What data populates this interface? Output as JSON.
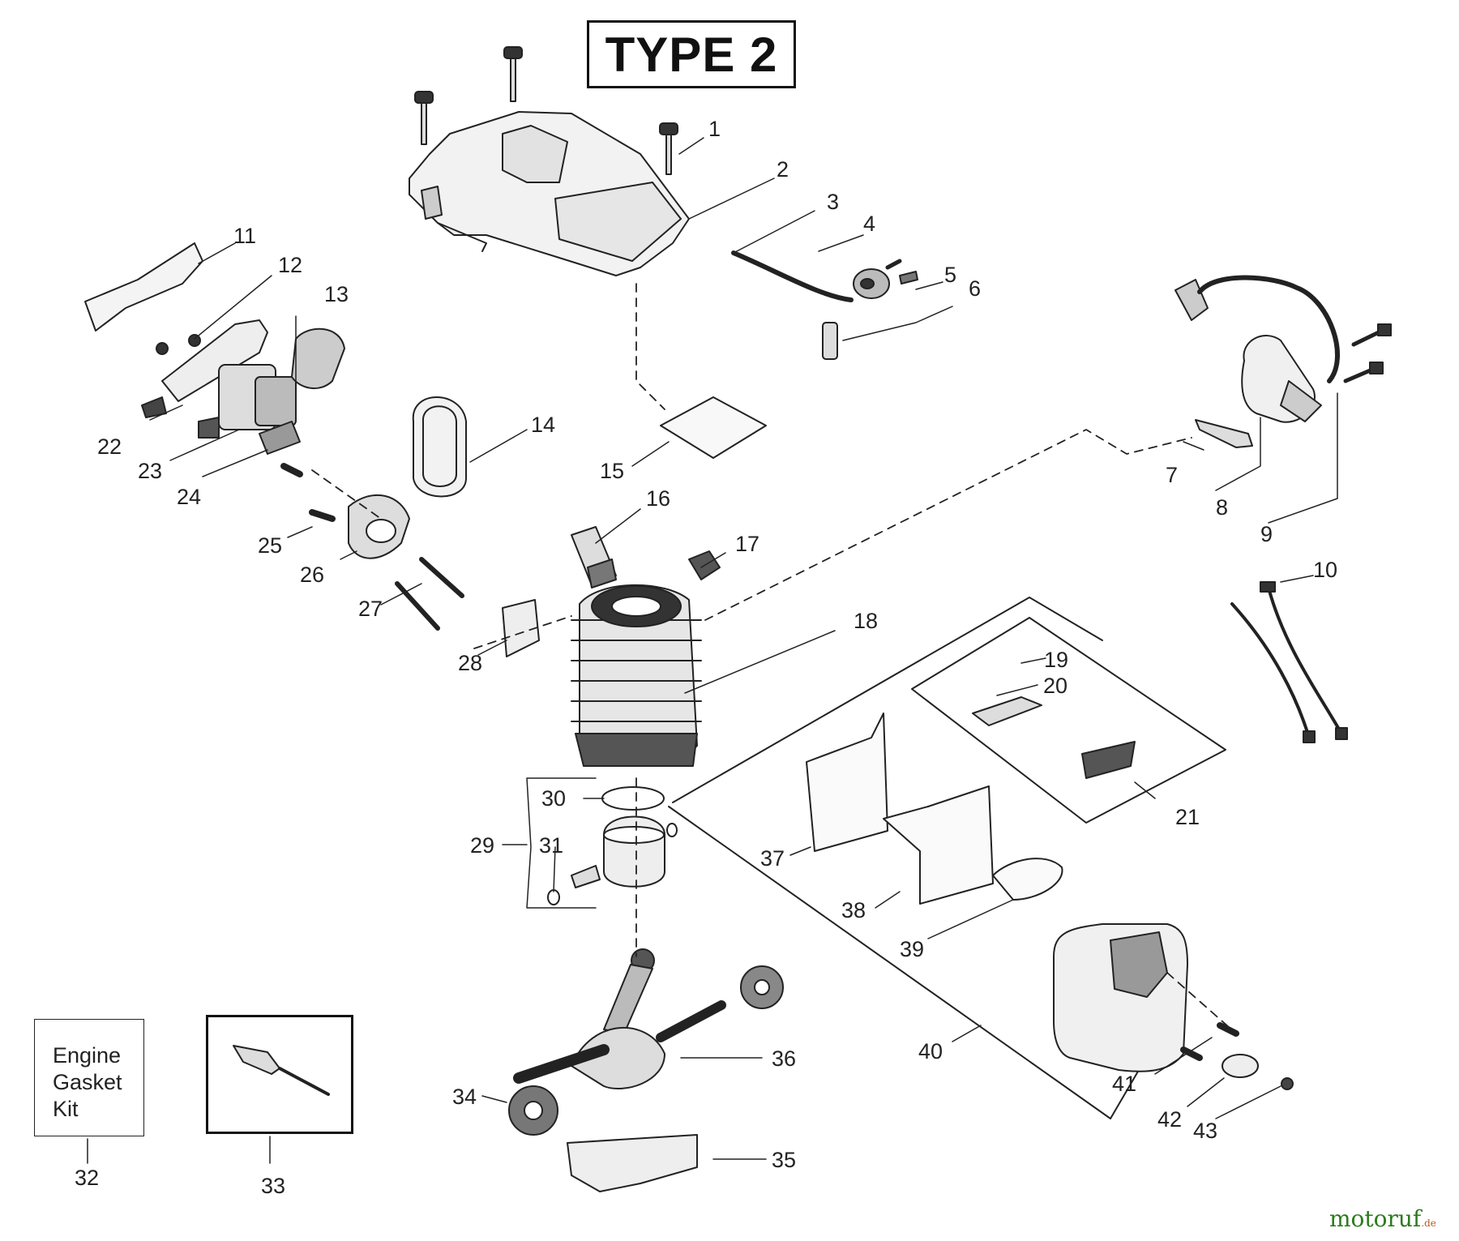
{
  "title": "TYPE 2",
  "engine_gasket_kit": [
    "Engine",
    "Gasket",
    "Kit"
  ],
  "callouts": [
    "1",
    "2",
    "3",
    "4",
    "5",
    "6",
    "7",
    "8",
    "9",
    "10",
    "11",
    "12",
    "13",
    "14",
    "15",
    "16",
    "17",
    "18",
    "19",
    "20",
    "21",
    "22",
    "23",
    "24",
    "25",
    "26",
    "27",
    "28",
    "29",
    "30",
    "31",
    "32",
    "33",
    "34",
    "35",
    "36",
    "37",
    "38",
    "39",
    "40",
    "41",
    "42",
    "43"
  ],
  "watermark": {
    "text": "motoruf",
    "suffix": ".de"
  }
}
